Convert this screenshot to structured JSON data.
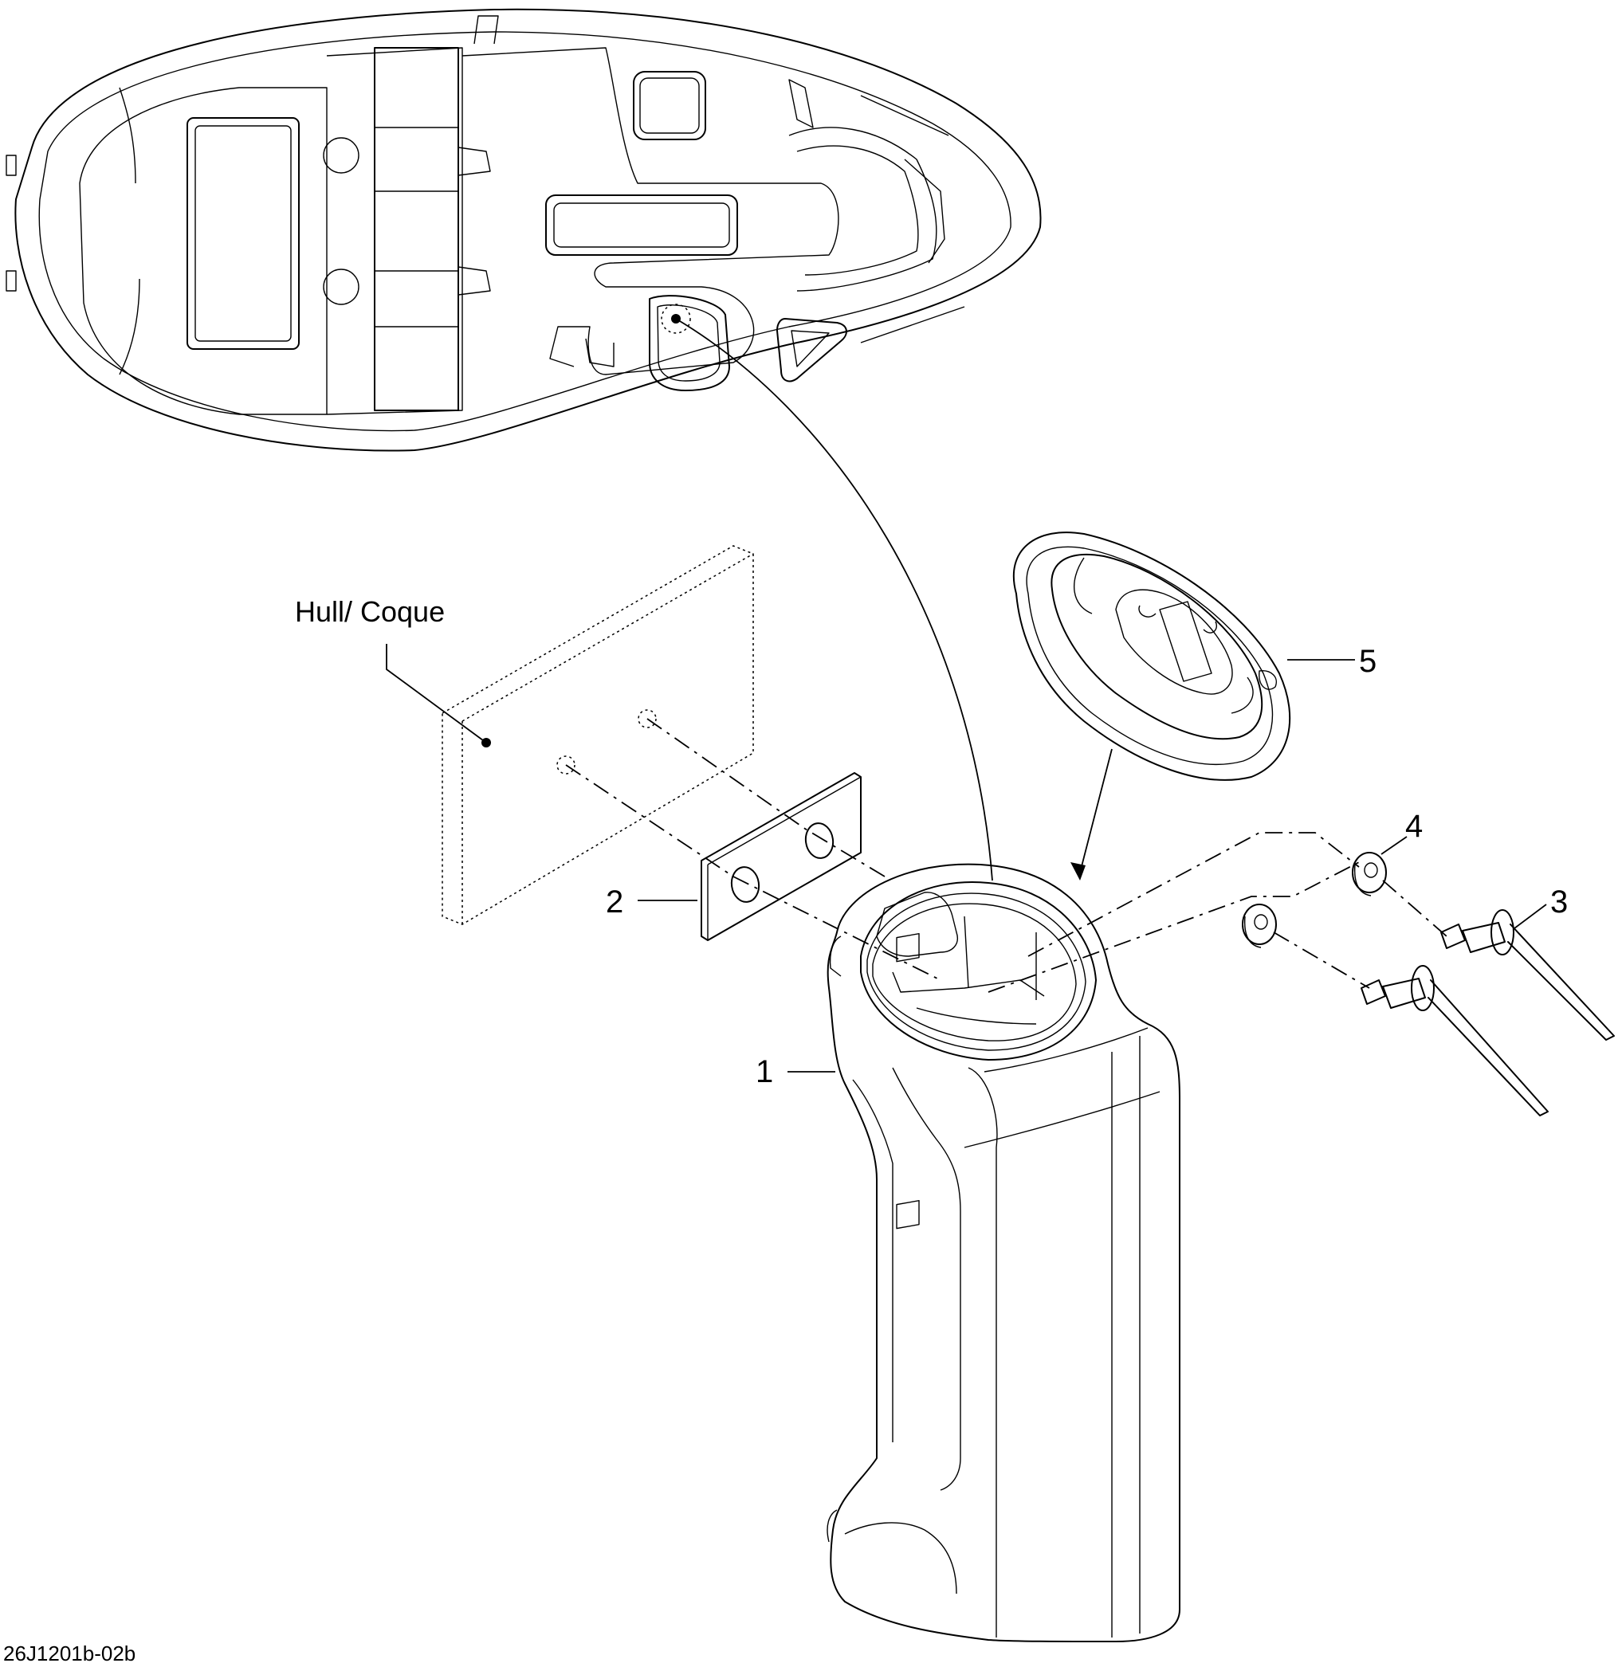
{
  "hull_label": "Hull/ Coque",
  "callouts": [
    "1",
    "2",
    "3",
    "4",
    "5"
  ],
  "reference_code": "26J1201b-02b"
}
